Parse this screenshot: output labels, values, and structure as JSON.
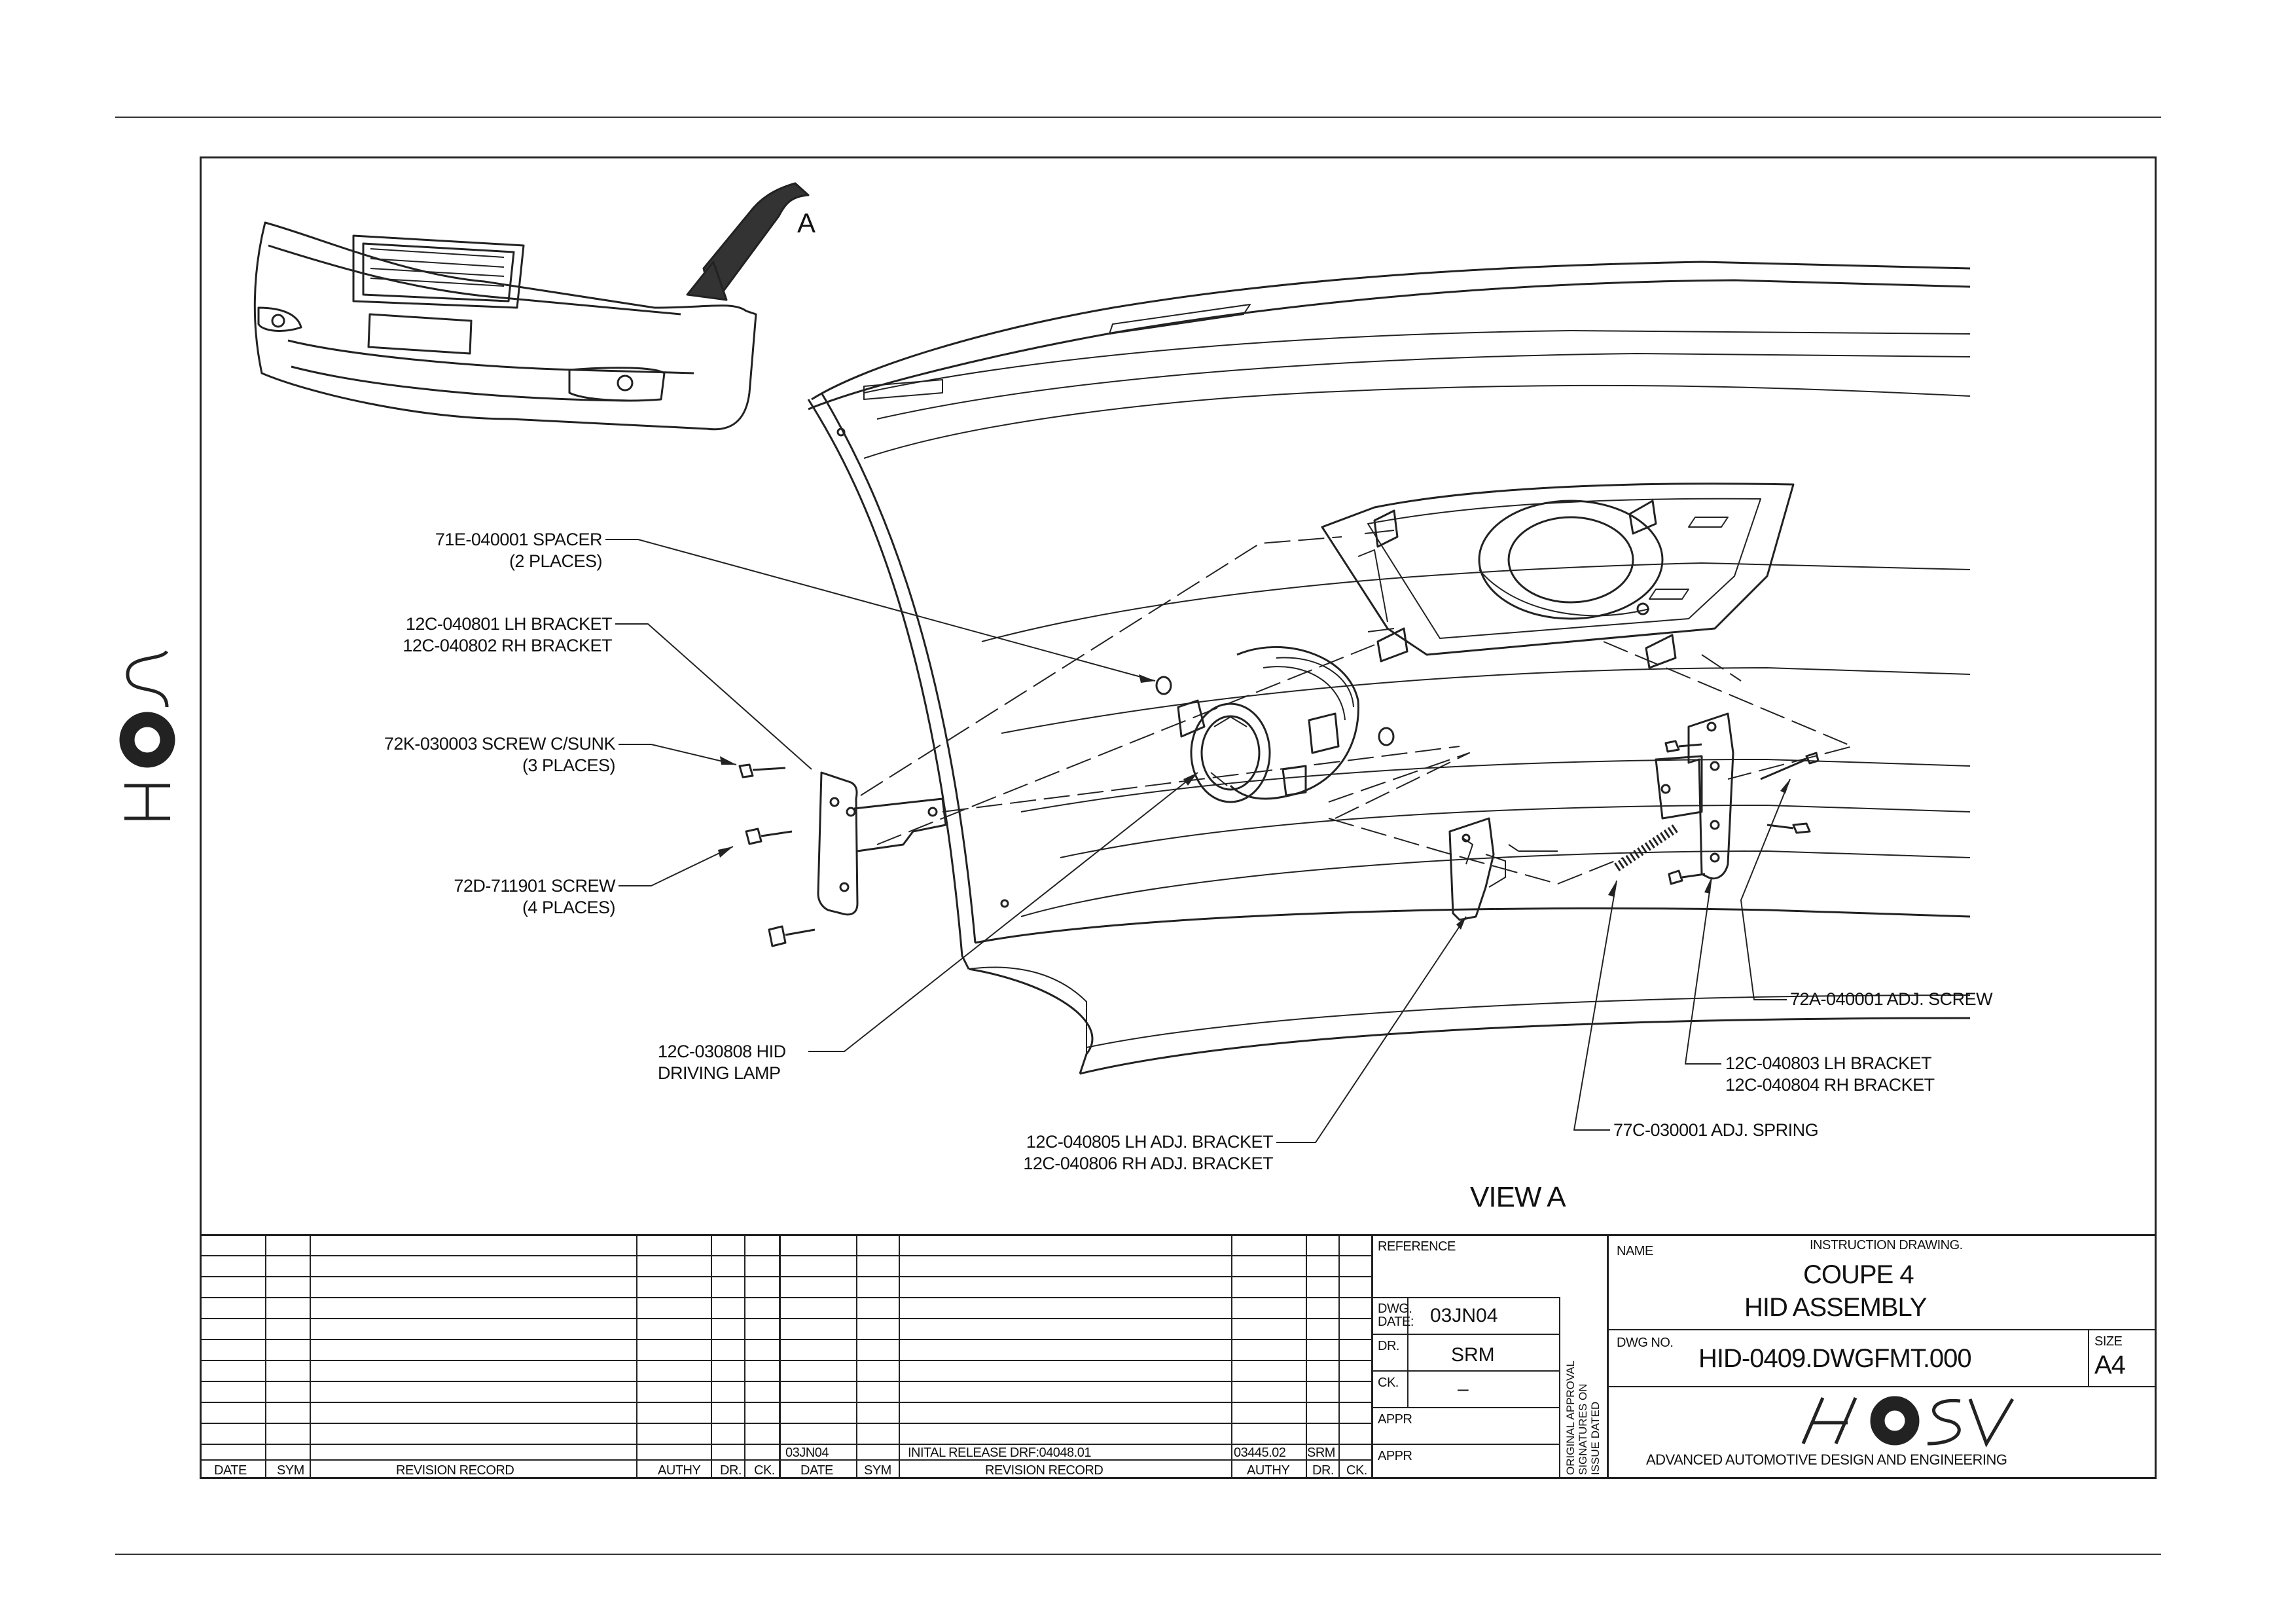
{
  "view_label": "VIEW A",
  "arrow_label": "A",
  "brand_logo": "HSV",
  "callouts": {
    "spacer": [
      "71E-040001 SPACER",
      "(2 PLACES)"
    ],
    "bracket": [
      "12C-040801 LH BRACKET",
      "12C-040802 RH BRACKET"
    ],
    "screw_csunk": [
      "72K-030003 SCREW C/SUNK",
      "(3 PLACES)"
    ],
    "screw": [
      "72D-711901 SCREW",
      "(4 PLACES)"
    ],
    "lamp": [
      "12C-030808 HID",
      "DRIVING LAMP"
    ],
    "adj_bracket": [
      "12C-040805 LH ADJ. BRACKET",
      "12C-040806 RH ADJ. BRACKET"
    ],
    "spring": "77C-030001 ADJ. SPRING",
    "bracket2": [
      "12C-040803 LH BRACKET",
      "12C-040804 RH BRACKET"
    ],
    "adj_screw": "72A-040001 ADJ. SCREW"
  },
  "revision_table": {
    "headers_left": [
      "DATE",
      "SYM",
      "REVISION RECORD",
      "AUTHY",
      "DR.",
      "CK."
    ],
    "headers_right": [
      "DATE",
      "SYM",
      "REVISION RECORD",
      "AUTHY",
      "DR.",
      "CK."
    ],
    "entry": {
      "date": "03JN04",
      "record": "INITAL RELEASE DRF:04048.01",
      "authy": "03445.02",
      "dr": "SRM"
    }
  },
  "title_block": {
    "reference_label": "REFERENCE",
    "dwg_date_label": [
      "DWG.",
      "DATE:"
    ],
    "dwg_date": "03JN04",
    "dr_label": "DR.",
    "dr_value": "SRM",
    "ck_label": "CK.",
    "ck_value": "–",
    "appr_label": "APPR",
    "approval_note": [
      "ORIGINAL APPROVAL",
      "SIGNATURES ON",
      "ISSUE DATED"
    ],
    "name_label": "NAME",
    "instruction": "INSTRUCTION DRAWING.",
    "title_line1": "COUPE 4",
    "title_line2": "HID ASSEMBLY",
    "dwg_no_label": "DWG NO.",
    "dwg_no": "HID-0409.DWGFMT.000",
    "size_label": "SIZE",
    "size": "A4",
    "company": "ADVANCED AUTOMOTIVE DESIGN AND ENGINEERING"
  }
}
